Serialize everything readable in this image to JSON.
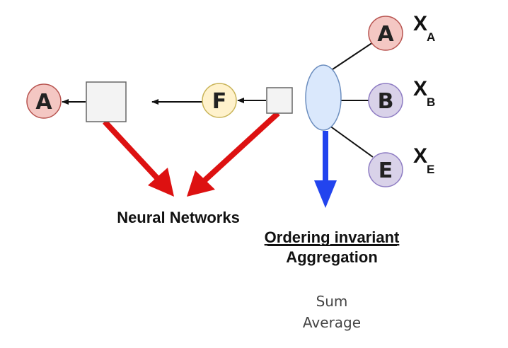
{
  "colors": {
    "node_a_fill": "#f4c7c3",
    "node_a_stroke": "#b85450",
    "node_b_fill": "#d9d2e9",
    "node_b_stroke": "#8e7cc3",
    "node_f_fill": "#fff2cc",
    "node_f_stroke": "#c9b458",
    "aggregator_fill": "#dae8fc",
    "aggregator_stroke": "#6c8ebf",
    "box_fill": "#f3f3f3",
    "box_stroke": "#666666",
    "red_arrow": "#dd1111",
    "blue_arrow": "#2244ee",
    "edge": "#111111"
  },
  "nodes": {
    "left_a": "A",
    "f": "F",
    "neighbor_a": "A",
    "neighbor_b": "B",
    "neighbor_e": "E"
  },
  "features": {
    "a": {
      "base": "X",
      "sub": "A"
    },
    "b": {
      "base": "X",
      "sub": "B"
    },
    "e": {
      "base": "X",
      "sub": "E"
    }
  },
  "captions": {
    "neural_networks": "Neural Networks",
    "ordering_invariant": "Ordering invariant",
    "aggregation": "Aggregation",
    "sum": "Sum",
    "average": "Average"
  }
}
